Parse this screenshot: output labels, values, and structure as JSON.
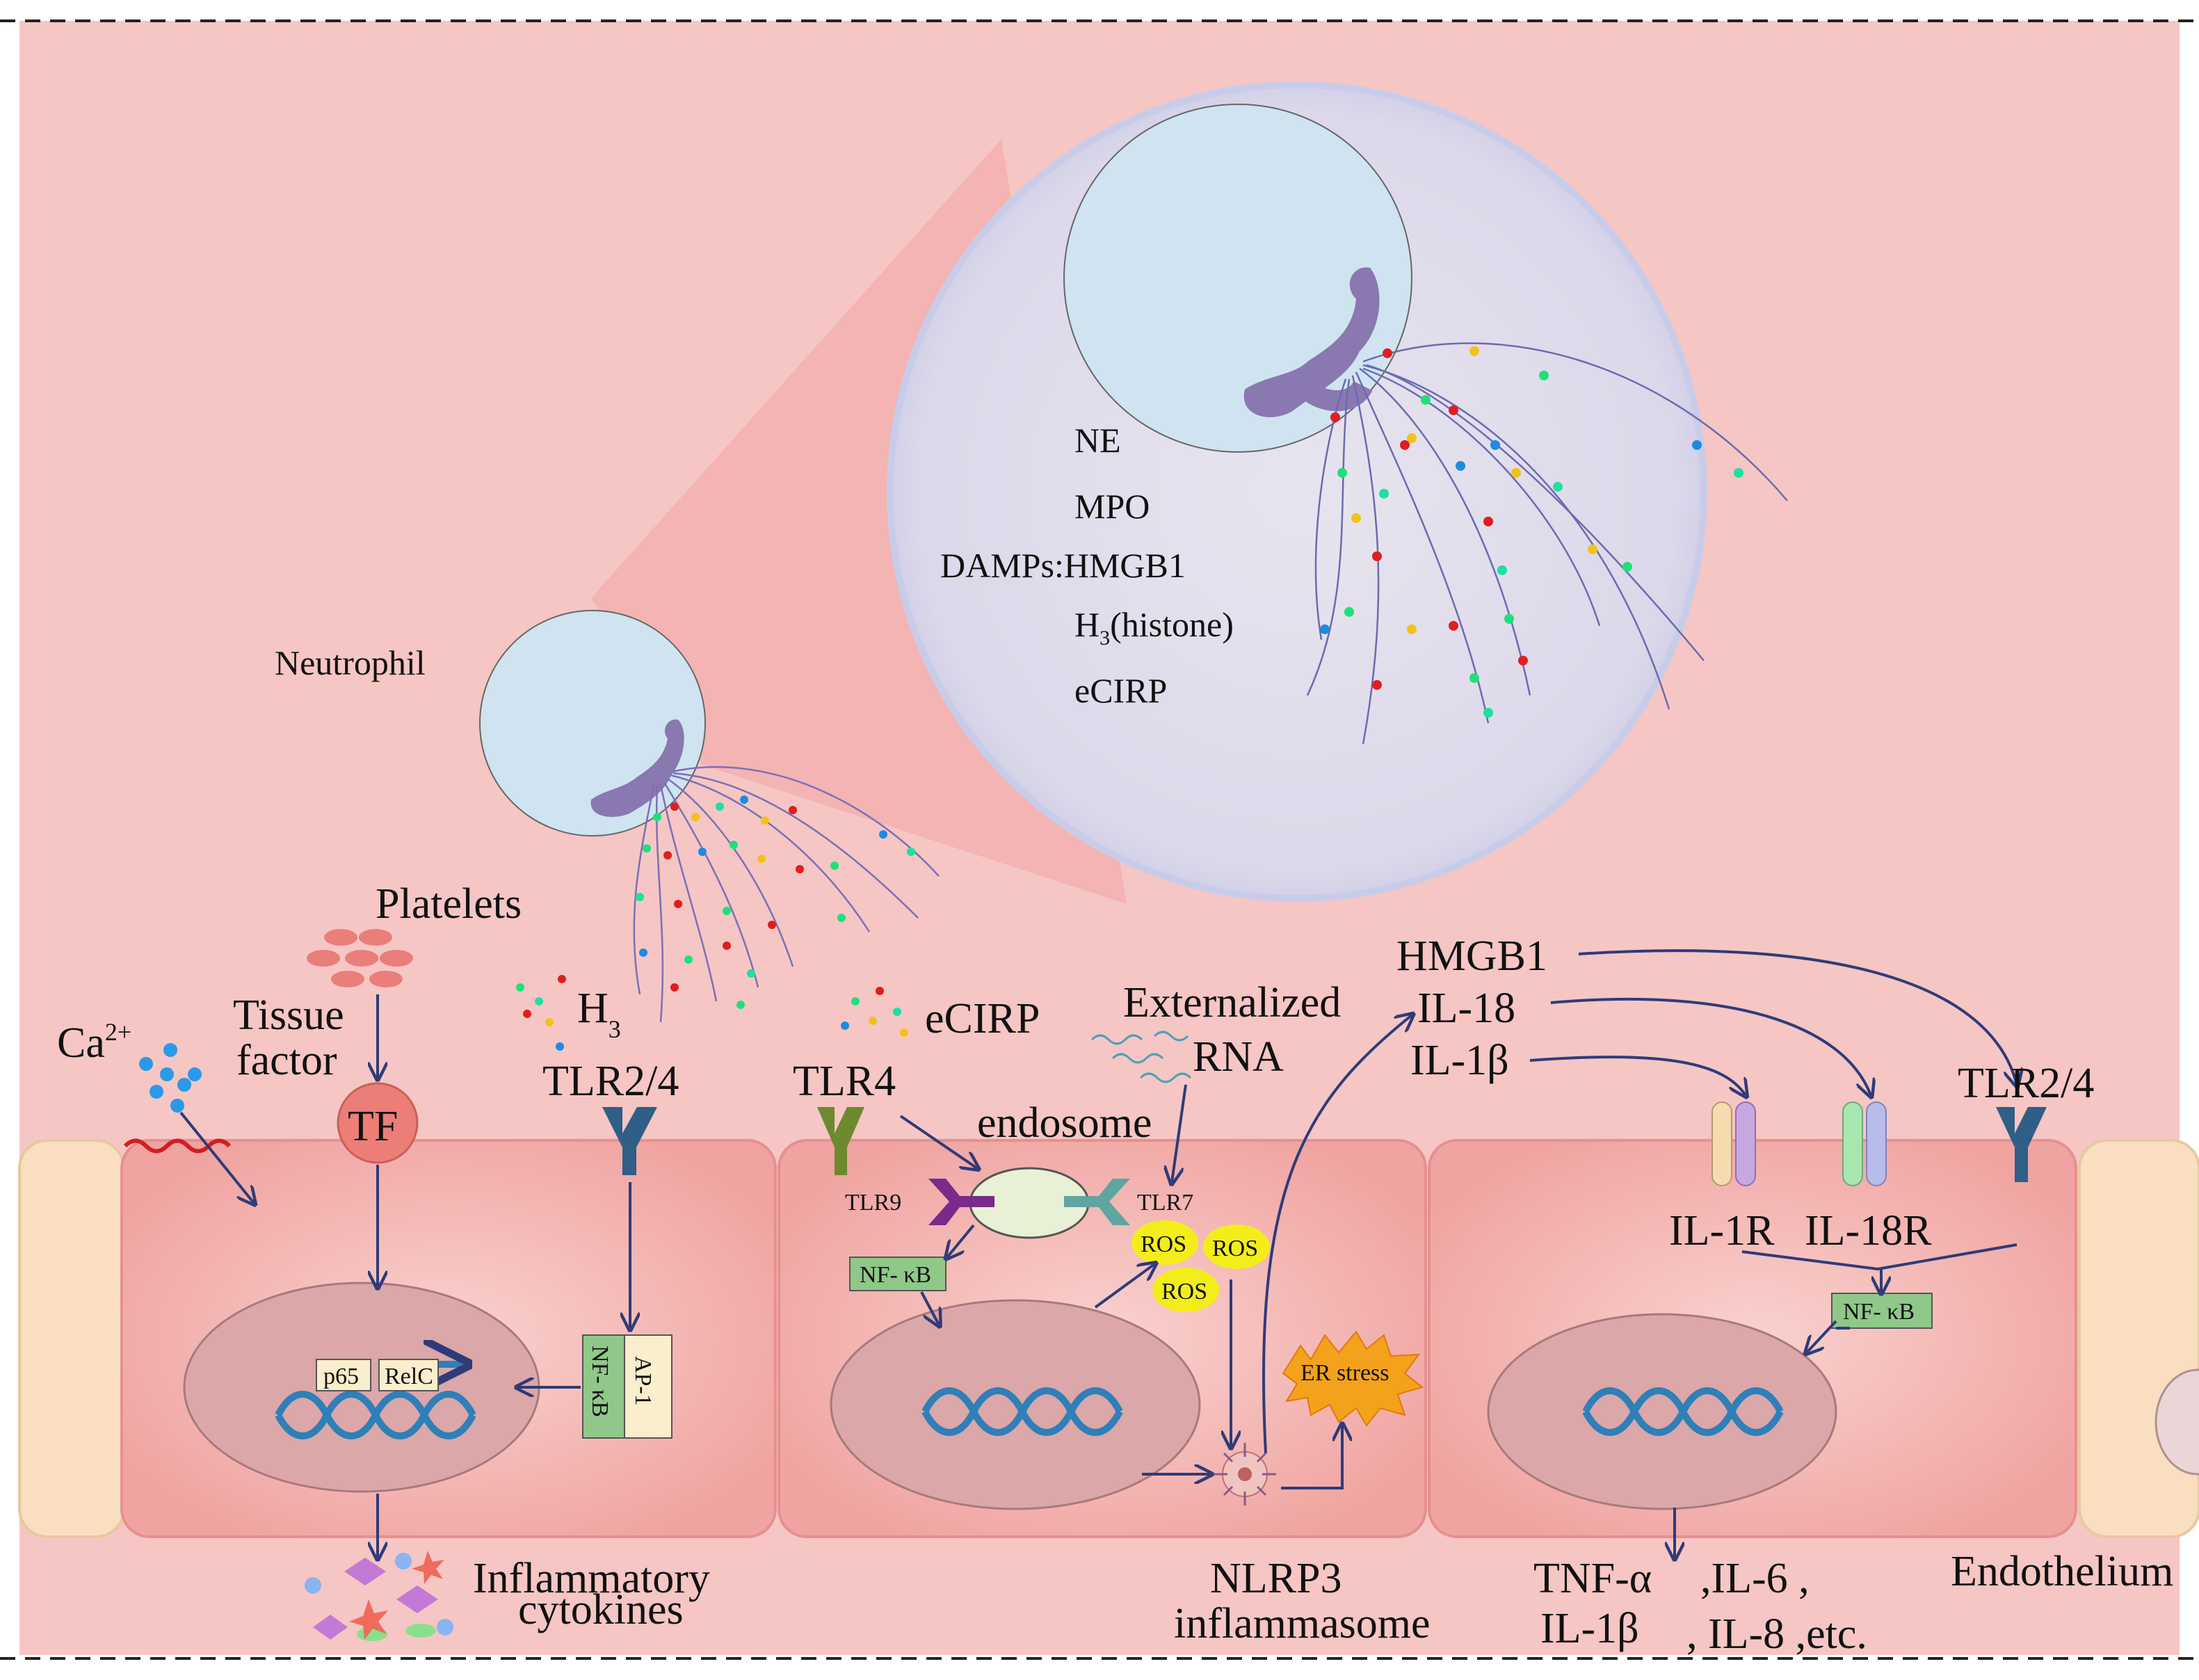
{
  "labels": {
    "neutrophil": "Neutrophil",
    "ne": "NE",
    "mpo": "MPO",
    "damps_hmgb1": "DAMPs:HMGB1",
    "h3_histone_prefix": "H",
    "h3_histone_sub": "3",
    "h3_histone_suffix": "(histone)",
    "ecirp_zoom": "eCIRP",
    "platelets": "Platelets",
    "tissue": "Tissue",
    "factor": "factor",
    "ca_base": "Ca",
    "ca_sup": "2+",
    "h3_base": "H",
    "h3_sub": "3",
    "ecirp": "eCIRP",
    "externalized": "Externalized",
    "rna": "RNA",
    "hmgb1": "HMGB1",
    "il18": "IL-18",
    "il1b": "IL-1β",
    "tlr24_left": "TLR2/4",
    "tlr4": "TLR4",
    "endosome": "endosome",
    "tlr24_right": "TLR2/4",
    "tf": "TF",
    "tlr9": "TLR9",
    "tlr7": "TLR7",
    "ros1": "ROS",
    "ros2": "ROS",
    "ros3": "ROS",
    "il1r": "IL-1R",
    "il18r": "IL-18R",
    "nfkb_left": "NF- κB",
    "ap1": "AP-1",
    "p65": "p65",
    "relc": "RelC",
    "nfkb_mid": "NF- κB",
    "er_stress": "ER stress",
    "nfkb_right": "NF- κB",
    "inflammatory": "Inflammatory",
    "cytokines": "cytokines",
    "nlrp3": "NLRP3",
    "inflammasome": "inflammasome",
    "tnf": "TNF-α",
    "il6": ",IL-6 ,",
    "il1b_out": "IL-1β",
    "il8": ", IL-8 ,etc.",
    "endothelium": "Endothelium"
  },
  "colors": {
    "background": "#f5c6c4",
    "cell": "#f3a9a6",
    "nucleus": "#dba7a8",
    "neutrophil": "#cfe4f0",
    "lobed_nucleus": "#8a78b0",
    "arrow": "#2f3b78",
    "receptor": "#2f5f86",
    "tlr4": "#6d8a2f",
    "tlr9": "#7a2a8a",
    "tlr7": "#5fa5a0",
    "ros": "#f3ee1a",
    "er_stress": "#f4a11c",
    "nfkb_box": "#8fc889",
    "dna": "#2f7fb8"
  }
}
